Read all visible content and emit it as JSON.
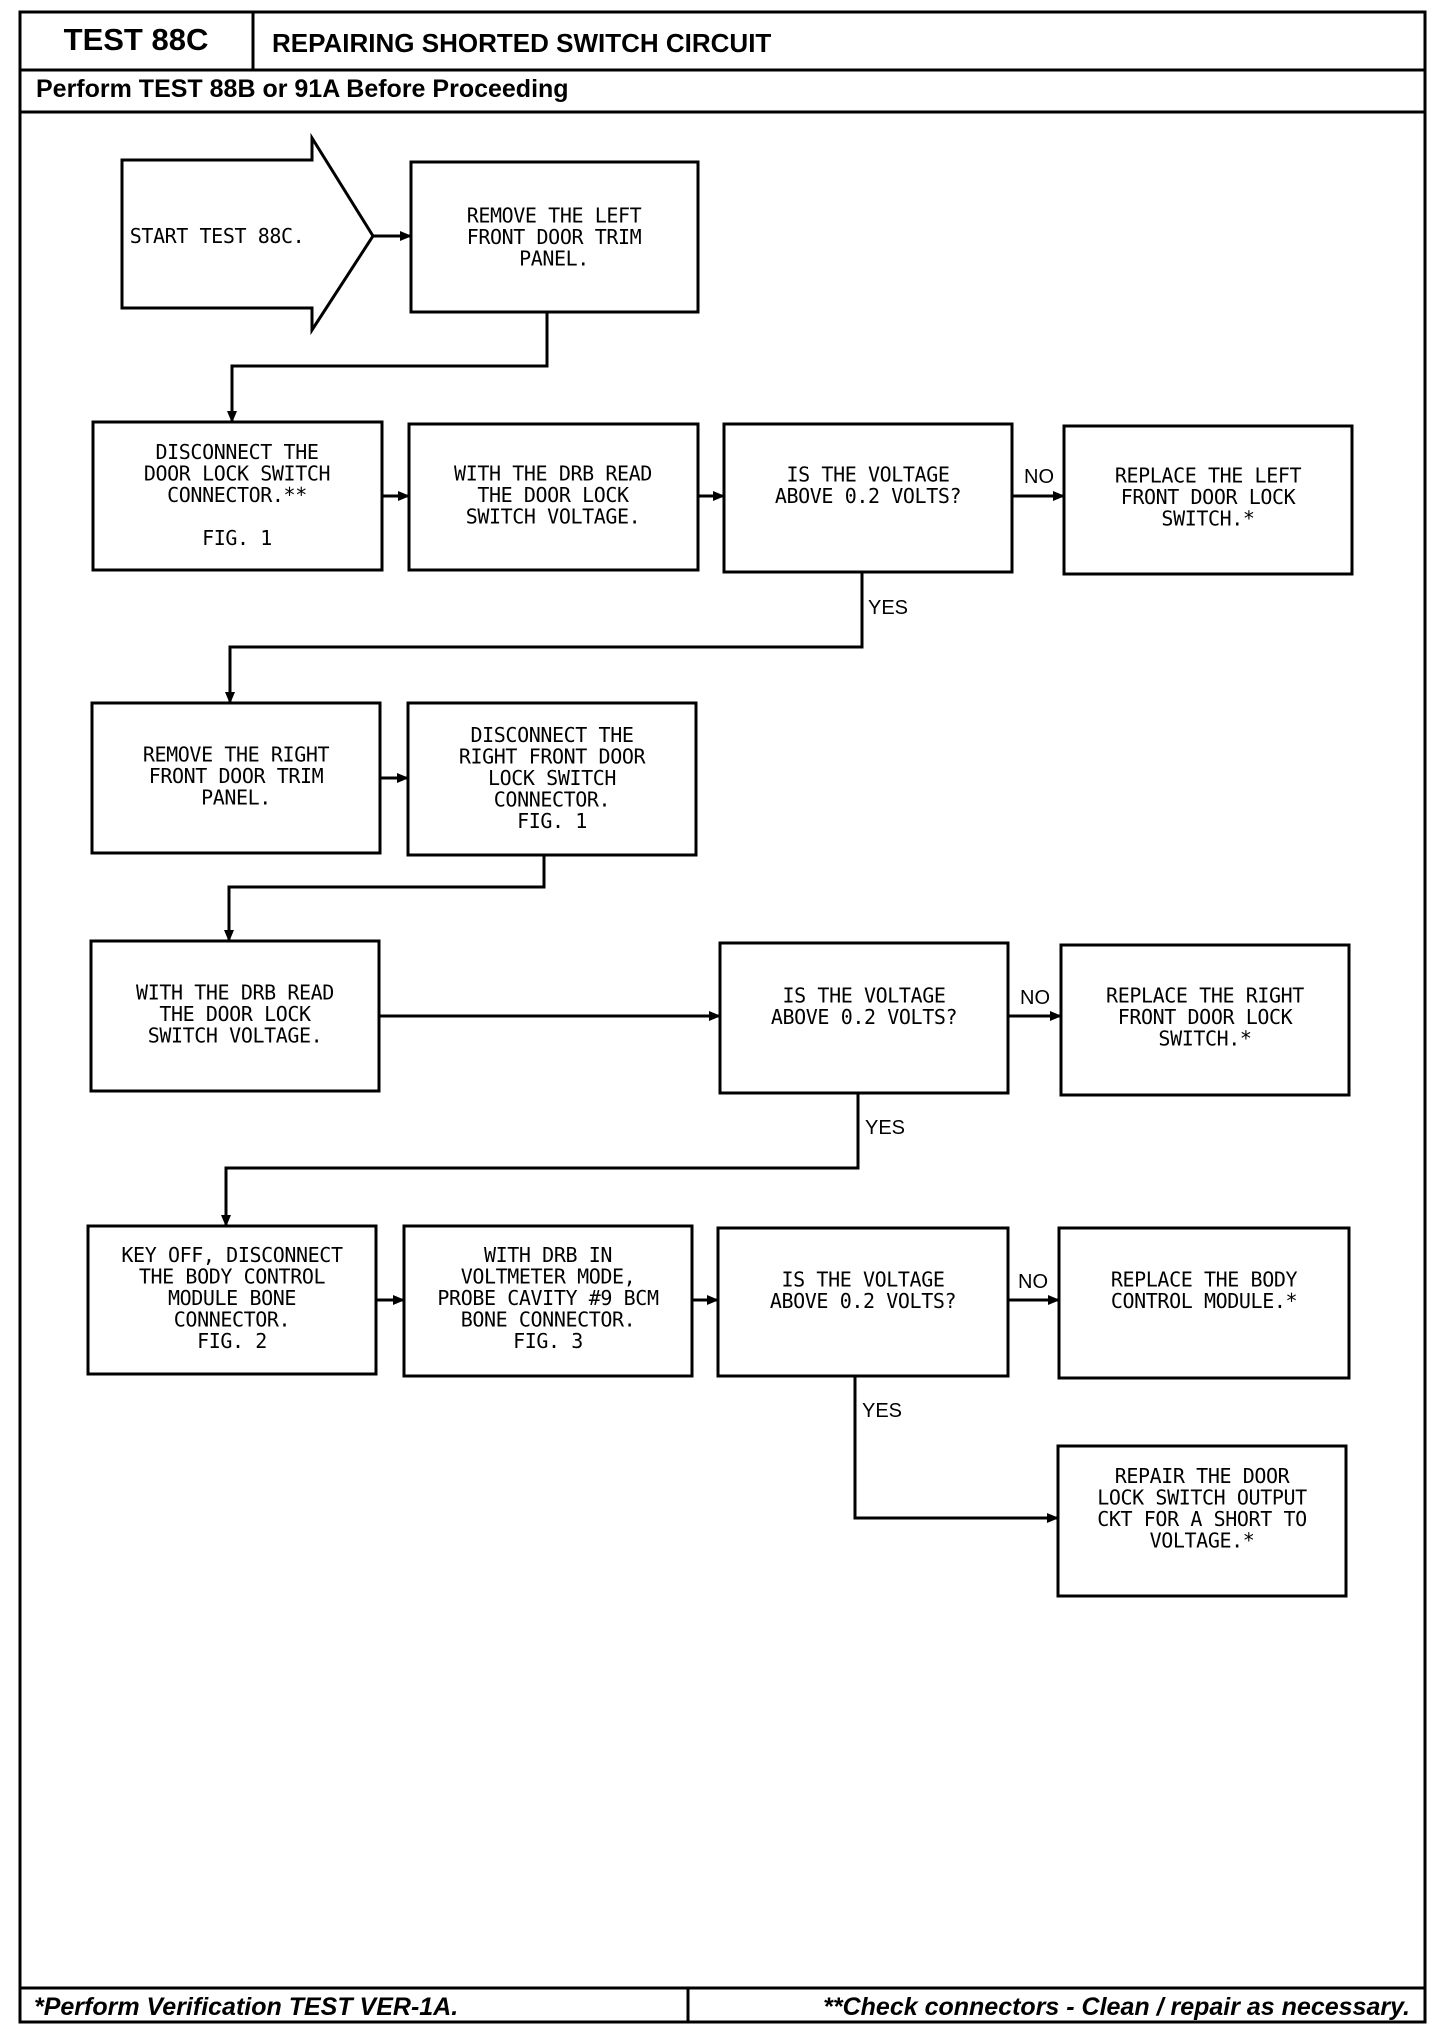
{
  "header": {
    "test_id": "TEST 88C",
    "title": "REPAIRING SHORTED SWITCH CIRCUIT",
    "subtitle": "Perform TEST 88B or 91A Before Proceeding"
  },
  "footer": {
    "left": "*Perform Verification TEST VER-1A.",
    "right": "**Check connectors - Clean / repair as necessary."
  },
  "nodes": {
    "start": [
      "START TEST 88C."
    ],
    "remove_left_panel": [
      "REMOVE THE LEFT",
      "FRONT DOOR TRIM",
      "PANEL."
    ],
    "disconnect_door_lock": [
      "DISCONNECT THE",
      "DOOR LOCK SWITCH",
      "CONNECTOR.**",
      "",
      "FIG. 1"
    ],
    "read_voltage_1": [
      "WITH THE DRB READ",
      "THE DOOR LOCK",
      "SWITCH VOLTAGE."
    ],
    "decision_1": [
      "IS THE VOLTAGE",
      "ABOVE 0.2 VOLTS?"
    ],
    "replace_left_switch": [
      "REPLACE THE LEFT",
      "FRONT DOOR LOCK",
      "SWITCH.*"
    ],
    "remove_right_panel": [
      "REMOVE THE RIGHT",
      "FRONT DOOR TRIM",
      "PANEL."
    ],
    "disconnect_right": [
      "DISCONNECT THE",
      "RIGHT FRONT DOOR",
      "LOCK SWITCH",
      "CONNECTOR.",
      "FIG. 1"
    ],
    "read_voltage_2": [
      "WITH THE DRB READ",
      "THE DOOR LOCK",
      "SWITCH VOLTAGE."
    ],
    "decision_2": [
      "IS THE VOLTAGE",
      "ABOVE 0.2 VOLTS?"
    ],
    "replace_right_switch": [
      "REPLACE THE RIGHT",
      "FRONT DOOR LOCK",
      "SWITCH.*"
    ],
    "key_off": [
      "KEY OFF, DISCONNECT",
      "THE BODY CONTROL",
      "MODULE BONE",
      "CONNECTOR.",
      "FIG. 2"
    ],
    "voltmeter_mode": [
      "WITH DRB IN",
      "VOLTMETER MODE,",
      "PROBE CAVITY #9 BCM",
      "BONE CONNECTOR.",
      "FIG. 3"
    ],
    "decision_3": [
      "IS THE VOLTAGE",
      "ABOVE 0.2 VOLTS?"
    ],
    "replace_bcm": [
      "REPLACE THE BODY",
      "CONTROL MODULE.*"
    ],
    "repair_output": [
      "REPAIR THE DOOR",
      "LOCK SWITCH OUTPUT",
      "CKT FOR A SHORT TO",
      "VOLTAGE.*"
    ]
  },
  "edge_labels": {
    "no_1": "NO",
    "yes_1": "YES",
    "no_2": "NO",
    "yes_2": "YES",
    "no_3": "NO",
    "yes_3": "YES"
  }
}
